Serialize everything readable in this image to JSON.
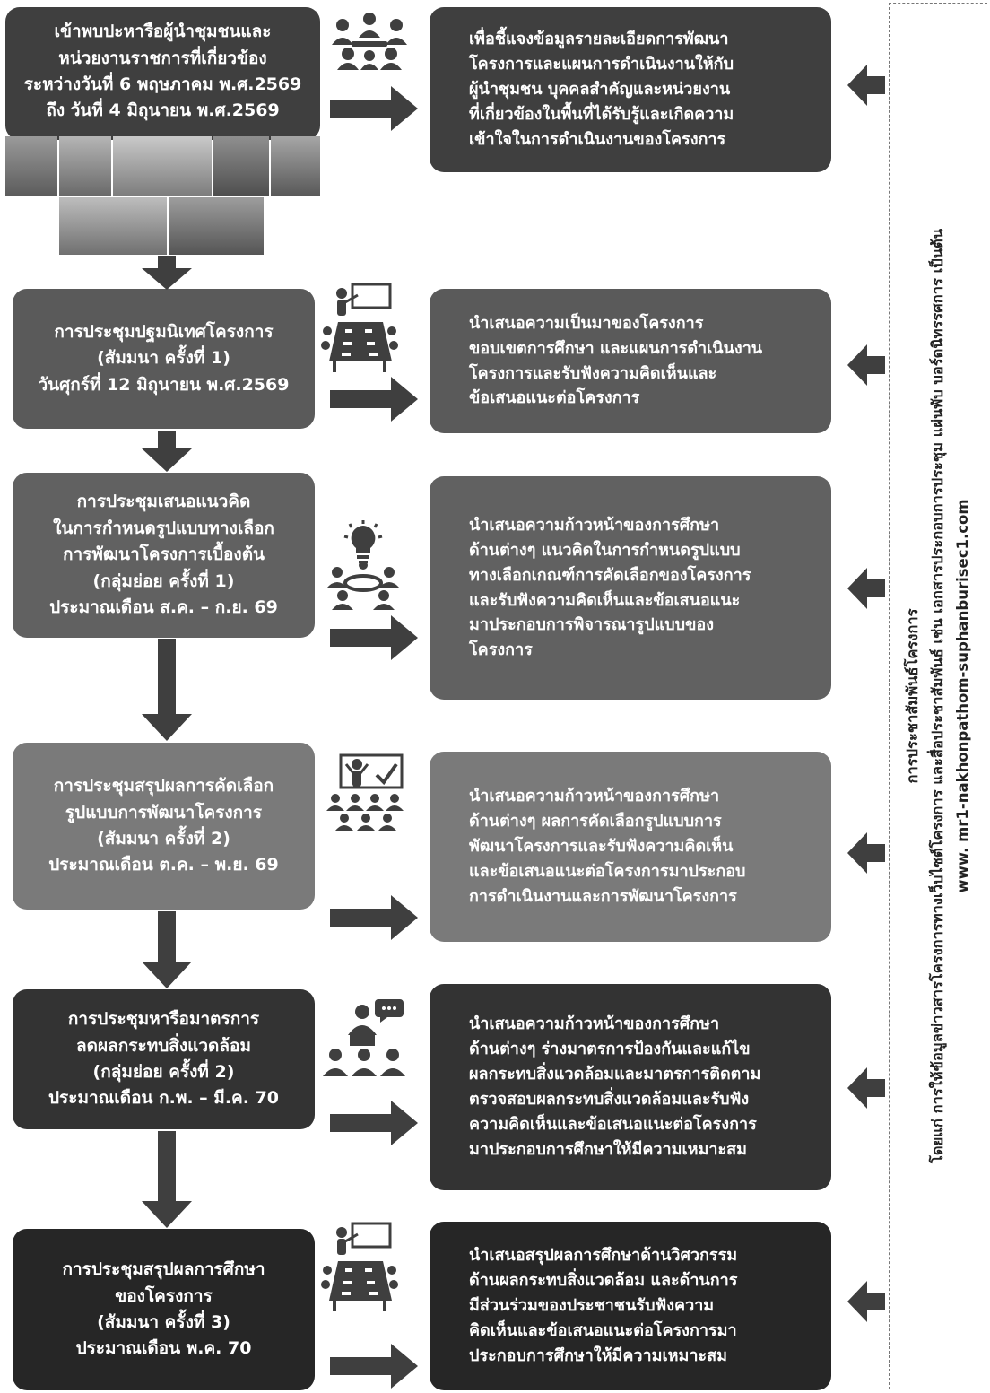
{
  "stages": [
    {
      "lines": [
        "เข้าพบปะหารือผู้นำชุมชนและ",
        "หน่วยงานราชการที่เกี่ยวข้อง",
        "ระหว่างวันที่ 6 พฤษภาคม พ.ศ.2569",
        "ถึง วันที่ 4 มิถุนายน พ.ศ.2569"
      ],
      "icon": "meeting-group-icon",
      "color": "#3f3f3f",
      "description": [
        "เพื่อชี้แจงข้อมูลรายละเอียดการพัฒนา",
        "โครงการและแผนการดำเนินงานให้กับ",
        "ผู้นำชุมชน บุคคลสำคัญและหน่วยงาน",
        "ที่เกี่ยวข้องในพื้นที่ได้รับรู้และเกิดความ",
        "เข้าใจในการดำเนินงานของโครงการ"
      ],
      "photos": true
    },
    {
      "lines": [
        "การประชุมปฐมนิเทศโครงการ",
        "(สัมมนา ครั้งที่ 1)",
        "วันศุกร์ที่ 12 มิถุนายน พ.ศ.2569"
      ],
      "icon": "conference-table-icon",
      "color": "#5a5a5a",
      "description": [
        "นำเสนอความเป็นมาของโครงการ",
        "ขอบเขตการศึกษา และแผนการดำเนินงาน",
        "โครงการและรับฟังความคิดเห็นและ",
        "ข้อเสนอแนะต่อโครงการ"
      ]
    },
    {
      "lines": [
        "การประชุมเสนอแนวคิด",
        "ในการกำหนดรูปแบบทางเลือก",
        "การพัฒนาโครงการเบื้องต้น",
        "(กลุ่มย่อย ครั้งที่ 1)",
        "ประมาณเดือน ส.ค. – ก.ย. 69"
      ],
      "icon": "idea-lightbulb-icon",
      "color": "#616161",
      "description": [
        "นำเสนอความก้าวหน้าของการศึกษา",
        "ด้านต่างๆ แนวคิดในการกำหนดรูปแบบ",
        "ทางเลือกเกณฑ์การคัดเลือกของโครงการ",
        "และรับฟังความคิดเห็นและข้อเสนอแนะ",
        "มาประกอบการพิจารณารูปแบบของ",
        "โครงการ"
      ]
    },
    {
      "lines": [
        "การประชุมสรุปผลการคัดเลือก",
        "รูปแบบการพัฒนาโครงการ",
        "(สัมมนา ครั้งที่ 2)",
        "ประมาณเดือน ต.ค. – พ.ย. 69"
      ],
      "icon": "presentation-audience-icon",
      "color": "#7a7a7a",
      "description": [
        "นำเสนอความก้าวหน้าของการศึกษา",
        "ด้านต่างๆ ผลการคัดเลือกรูปแบบการ",
        "พัฒนาโครงการและรับฟังความคิดเห็น",
        "และข้อเสนอแนะต่อโครงการมาประกอบ",
        "การดำเนินงานและการพัฒนาโครงการ"
      ]
    },
    {
      "lines": [
        "การประชุมหารือมาตรการ",
        "ลดผลกระทบสิ่งแวดล้อม",
        "(กลุ่มย่อย ครั้งที่ 2)",
        "ประมาณเดือน ก.พ. – มี.ค. 70"
      ],
      "icon": "speaker-audience-icon",
      "color": "#333333",
      "description": [
        "นำเสนอความก้าวหน้าของการศึกษา",
        "ด้านต่างๆ ร่างมาตรการป้องกันและแก้ไข",
        "ผลกระทบสิ่งแวดล้อมและมาตรการติดตาม",
        "ตรวจสอบผลกระทบสิ่งแวดล้อมและรับฟัง",
        "ความคิดเห็นและข้อเสนอแนะต่อโครงการ",
        "มาประกอบการศึกษาให้มีความเหมาะสม"
      ]
    },
    {
      "lines": [
        "การประชุมสรุปผลการศึกษา",
        "ของโครงการ",
        "(สัมมนา ครั้งที่ 3)",
        "ประมาณเดือน พ.ค. 70"
      ],
      "icon": "conference-table-icon",
      "color": "#262626",
      "description": [
        "นำเสนอสรุปผลการศึกษาด้านวิศวกรรม",
        "ด้านผลกระทบสิ่งแวดล้อม และด้านการ",
        "มีส่วนร่วมของประชาชนรับฟังความ",
        "คิดเห็นและข้อเสนอแนะต่อโครงการมา",
        "ประกอบการศึกษาให้มีความเหมาะสม"
      ]
    }
  ],
  "side_panel": {
    "line1": "การประชาสัมพันธ์โครงการ",
    "line2": "โดยแก่ การให้ข้อมูลข่าวสารโครงการทางเว็บไซต์โครงการ และสื่อประชาสัมพันธ์ เช่น เอกสารประกอบการประชุม แผ่นพับ บอร์ดนิทรรศการ เป็นต้น",
    "line3": "www. mr1-nakhonpathom-suphanburisec1.com"
  },
  "colors": {
    "arrow": "#3f3f3f",
    "side_border": "#777777"
  }
}
